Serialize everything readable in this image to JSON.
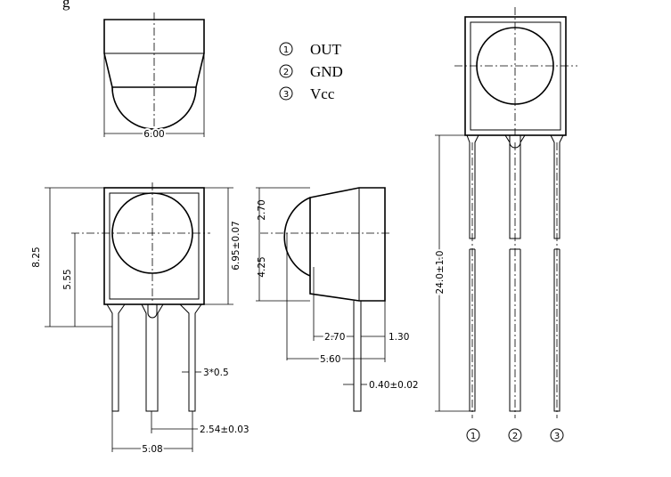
{
  "title_fragment": "g",
  "legend": [
    {
      "num": "1",
      "label": "OUT"
    },
    {
      "num": "2",
      "label": "GND"
    },
    {
      "num": "3",
      "label": "Vcc"
    }
  ],
  "dimensions": {
    "top_width": "6.00",
    "overall_height": "8.25",
    "center_height": "5.55",
    "body_height": "6.95±0.07",
    "lens_top": "2.70",
    "lens_bottom": "4.25",
    "lead_pitch": "2.54±0.03",
    "lead_width": "3*0.5",
    "lead_span": "5.08",
    "side_dome": "2.70",
    "side_lead_offset": "1.30",
    "side_depth": "5.60",
    "lead_thickness": "0.40±0.02",
    "lead_length": "24.0±1.0"
  },
  "pin_labels": [
    "1",
    "2",
    "3"
  ]
}
